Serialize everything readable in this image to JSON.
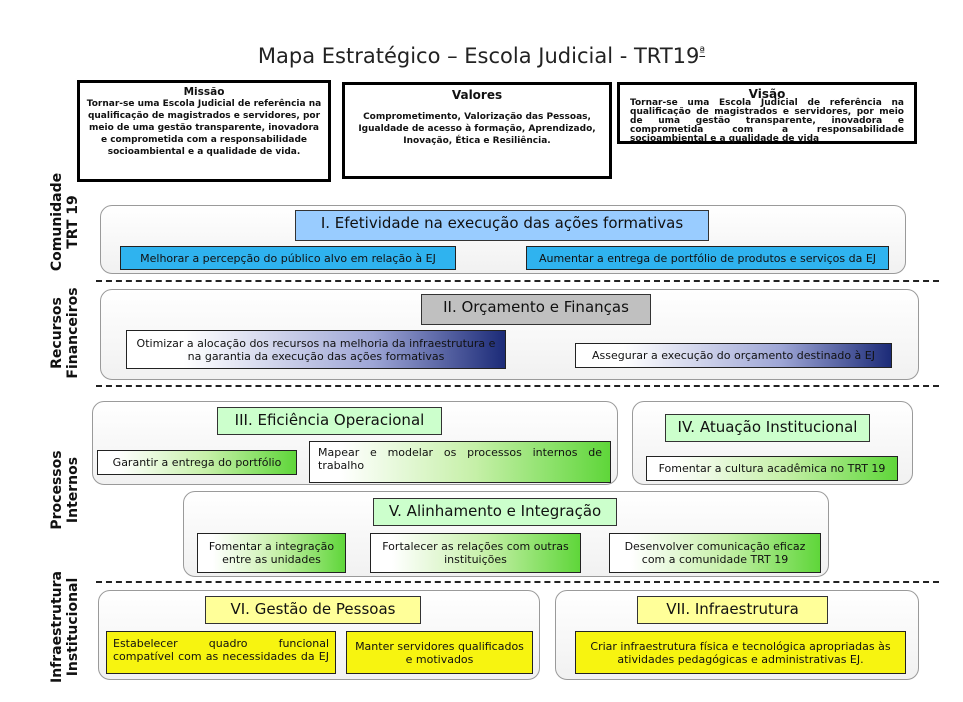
{
  "title": "Mapa Estratégico – Escola Judicial - TRT19",
  "title_sup": "ª",
  "missao": {
    "heading": "Missão",
    "text": "Tornar-se uma Escola Judicial de referência na qualificação de magistrados e servidores, por meio de uma gestão transparente, inovadora e comprometida com a responsabilidade socioambiental e a qualidade de vida."
  },
  "valores": {
    "heading": "Valores",
    "text": "Comprometimento, Valorização das Pessoas, Igualdade de acesso à formação, Aprendizado, Inovação, Ética e Resiliência."
  },
  "visao": {
    "heading": "Visão",
    "text": "Tornar-se uma Escola Judicial de referência na qualificação de magistrados e servidores, por meio de uma gestão transparente, inovadora e comprometida com a responsabilidade socioambiental e a qualidade de vida"
  },
  "perspectives": {
    "comunidade": "Comunidade TRT 19",
    "recursos": "Recursos Financeiros",
    "processos": "Processos Internos",
    "infraestrutura": "Infraestrutura Institucional"
  },
  "objectives": {
    "o1": "I. Efetividade na execução das ações formativas",
    "o2": "II. Orçamento e Finanças",
    "o3": "III. Eficiência Operacional",
    "o4": "IV. Atuação Institucional",
    "o5": "V. Alinhamento e Integração",
    "o6": "VI. Gestão de Pessoas",
    "o7": "VII. Infraestrutura"
  },
  "initiatives": {
    "i1a": "Melhorar a percepção do público alvo em relação  à EJ",
    "i1b": "Aumentar a entrega de portfólio de produtos e serviços da EJ",
    "i2a": "Otimizar a alocação dos recursos na melhoria da infraestrutura e na garantia da execução das ações formativas",
    "i2b": "Assegurar a execução do orçamento destinado à EJ",
    "i3a": "Garantir a entrega do portfólio",
    "i3b": "Mapear e modelar os processos internos de trabalho",
    "i4a": "Fomentar a cultura acadêmica no TRT 19",
    "i5a": "Fomentar a integração entre as unidades",
    "i5b": "Fortalecer as relações com outras instituições",
    "i5c": "Desenvolver comunicação eficaz com a comunidade TRT 19",
    "i6a": "Estabelecer quadro funcional compatível com as necessidades da EJ",
    "i6b": "Manter servidores qualificados e motivados",
    "i7a": "Criar infraestrutura física e tecnológica apropriadas às atividades pedagógicas e administrativas EJ."
  },
  "colors": {
    "blue": "#2fb3ef",
    "navy": "#1c2b78",
    "green": "#5fd63a",
    "yellow": "#f7f410",
    "light_blue_header": "#99ccff",
    "gray_header": "#c0c0c0",
    "light_green_header": "#ccffcc",
    "light_yellow_header": "#ffff99"
  }
}
